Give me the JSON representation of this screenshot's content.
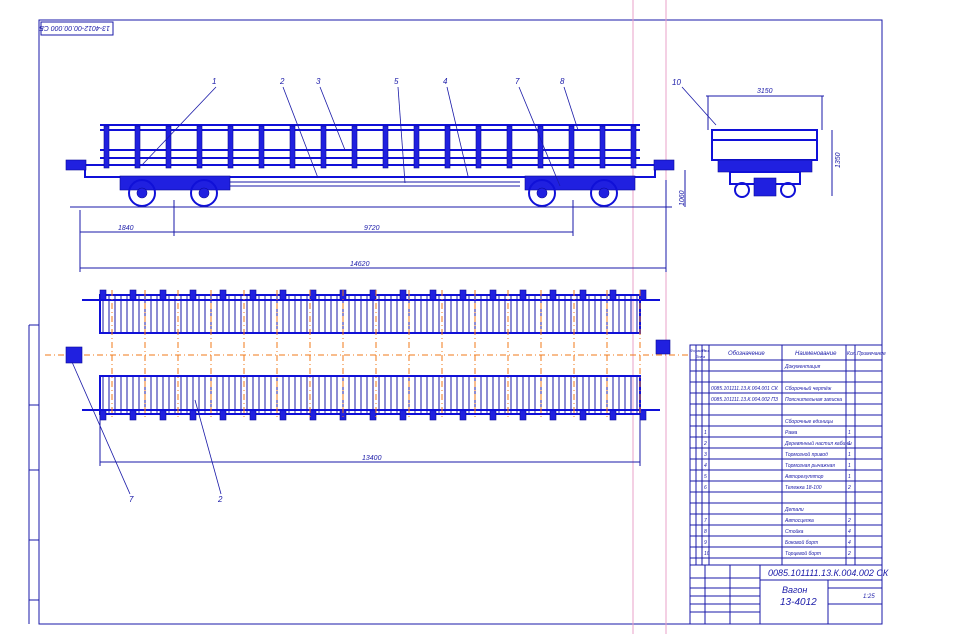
{
  "drawing": {
    "stamp_top": "13-4012-00.00.000 СБ",
    "document_code": "0085.101111.13.К.004.002 СК",
    "product_name_1": "Вагон",
    "product_name_2": "13-4012",
    "sheet_scale": "1:25"
  },
  "leaders": {
    "side": [
      "1",
      "2",
      "3",
      "5",
      "4",
      "7",
      "8"
    ],
    "end": "10",
    "plan": [
      "7",
      "2"
    ]
  },
  "dimensions": {
    "d1840": "1840",
    "d9720": "9720",
    "d14620": "14620",
    "d1060": "1060",
    "d3150": "3150",
    "d1350": "1350",
    "d13400": "13400"
  },
  "spec_table": {
    "headers": [
      "Формат",
      "Зона",
      "Поз.",
      "Обозначение",
      "Наименование",
      "Кол.",
      "Примечание"
    ],
    "rows": [
      {
        "pos": "",
        "designation": "",
        "name": "Документация",
        "qty": ""
      },
      {
        "pos": "",
        "designation": "",
        "name": "",
        "qty": ""
      },
      {
        "pos": "",
        "designation": "0085.101111.13.К.004.001 СК",
        "name": "Сборочный чертёж",
        "qty": ""
      },
      {
        "pos": "",
        "designation": "0085.101111.13.К.004.002 ПЗ",
        "name": "Пояснительная записка",
        "qty": ""
      },
      {
        "pos": "",
        "designation": "",
        "name": "",
        "qty": ""
      },
      {
        "pos": "",
        "designation": "",
        "name": "Сборочные единицы",
        "qty": ""
      },
      {
        "pos": "1",
        "designation": "",
        "name": "Рама",
        "qty": "1"
      },
      {
        "pos": "2",
        "designation": "",
        "name": "Деревянный настил кабины",
        "qty": "1"
      },
      {
        "pos": "3",
        "designation": "",
        "name": "Тормозной привод",
        "qty": "1"
      },
      {
        "pos": "4",
        "designation": "",
        "name": "Тормозная рычажная",
        "qty": "1"
      },
      {
        "pos": "5",
        "designation": "",
        "name": "Авторегулятор",
        "qty": "1"
      },
      {
        "pos": "6",
        "designation": "",
        "name": "Тележка 18-100",
        "qty": "2"
      },
      {
        "pos": "",
        "designation": "",
        "name": "",
        "qty": ""
      },
      {
        "pos": "",
        "designation": "",
        "name": "Детали",
        "qty": ""
      },
      {
        "pos": "7",
        "designation": "",
        "name": "Автосцепка",
        "qty": "2"
      },
      {
        "pos": "8",
        "designation": "",
        "name": "Стойка",
        "qty": "4"
      },
      {
        "pos": "9",
        "designation": "",
        "name": "Боковой борт",
        "qty": "4"
      },
      {
        "pos": "10",
        "designation": "",
        "name": "Торцевой борт",
        "qty": "2"
      }
    ]
  },
  "colors": {
    "lines": "#1a1aa8",
    "fill": "#2020e0",
    "axis": "#f07a1a"
  }
}
